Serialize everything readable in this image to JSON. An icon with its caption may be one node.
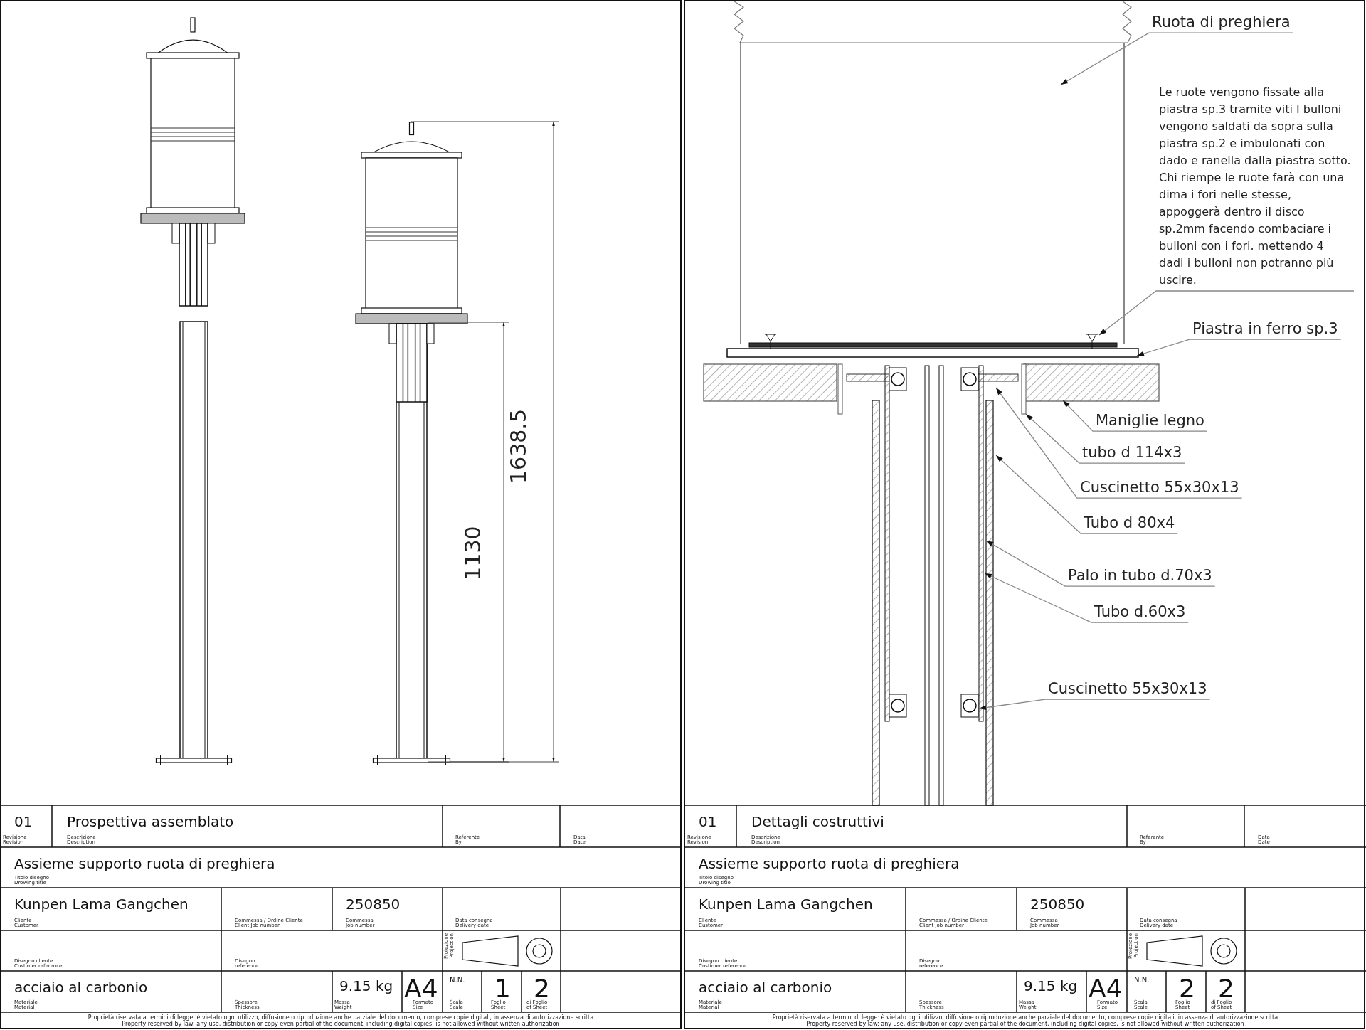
{
  "diagram": {
    "nodes": [
      {
        "text": [
          "Ruota di preghiera"
        ]
      },
      {
        "text": [
          "Le ruote vengono fissate alla piastra sp.3 tramite viti I bulloni vengono saldati da sopra sulla piastra sp.2 e imbulonati con dado e ranella dalla piastra sotto. Chi riempe le ruote farà con una dima i fori nelle stesse, appoggerà dentro il disco sp.2mm facendo combaciare i bulloni con i fori. mettendo 4 dadi i bulloni non potranno più uscire."
        ]
      },
      {
        "text": [
          "Piastra in ferro sp.3"
        ]
      },
      {
        "text": [
          "Maniglie legno"
        ]
      },
      {
        "text": [
          "tubo d 114x3"
        ]
      },
      {
        "text": [
          "Cuscinetto 55x30x13"
        ]
      },
      {
        "text": [
          "Tubo d 80x4"
        ]
      },
      {
        "text": [
          "Palo in tubo d.70x3"
        ]
      },
      {
        "text": [
          "Tubo d.60x3"
        ]
      },
      {
        "text": [
          "Cuscinetto 55x30x13"
        ]
      }
    ],
    "edges": [
      {
        "from": 0,
        "to": null,
        "arrow": "to"
      },
      {
        "from": 1,
        "to": null,
        "arrow": "to"
      },
      {
        "from": 2,
        "to": null,
        "arrow": "to"
      },
      {
        "from": 3,
        "to": null,
        "arrow": "to"
      },
      {
        "from": 4,
        "to": null,
        "arrow": "to"
      },
      {
        "from": 5,
        "to": null,
        "arrow": "to"
      },
      {
        "from": 6,
        "to": null,
        "arrow": "to"
      },
      {
        "from": 7,
        "to": null,
        "arrow": "to"
      },
      {
        "from": 8,
        "to": null,
        "arrow": "to"
      },
      {
        "from": 9,
        "to": null,
        "arrow": "to"
      }
    ],
    "labels": [
      "1638.5",
      "1130",
      "01",
      "Revisione",
      "Revision",
      "Prospettiva assemblato",
      "Descrizione",
      "Description",
      "Referente",
      "By",
      "Data",
      "Date",
      "Assieme supporto ruota di preghiera",
      "Titolo disegno",
      "Drowing title",
      "Kunpen Lama Gangchen",
      "250850",
      "Cliente",
      "Customer",
      "Commessa / Ordine Cliente",
      "Client Job number",
      "Commessa",
      "Job number",
      "Data consegna",
      "Delivery date",
      "Disegno cliente",
      "Custimer reference",
      "Disegno",
      "reference",
      "Proiezione",
      "Projection",
      "acciaio al carbonio",
      "9.15 kg",
      "A4",
      "N.N.",
      "1",
      "2",
      "Materiale",
      "Material",
      "Spessore",
      "Thickness",
      "Massa",
      "Weight",
      "Formato",
      "Size",
      "Scala",
      "Scale",
      "Foglio",
      "Sheet",
      "di Foglio",
      "of Sheet",
      "Proprietà riservata a termini di legge: è vietato ogni utilizzo, diffusione o riproduzione anche parziale del documento, comprese copie digitali, in assenza di autorizzazione scritta",
      "Property reserved by law: any use, distribution or copy even partial of the document, including digital copies, is not allowed without written authorization",
      "01",
      "Revisione",
      "Revision",
      "Dettagli costruttivi",
      "Descrizione",
      "Description",
      "Referente",
      "By",
      "Data",
      "Date",
      "Assieme supporto ruota di preghiera",
      "Titolo disegno",
      "Drowing title",
      "Kunpen Lama Gangchen",
      "250850",
      "Cliente",
      "Customer",
      "Commessa / Ordine Cliente",
      "Client Job number",
      "Commessa",
      "Job number",
      "Data consegna",
      "Delivery date",
      "Disegno cliente",
      "Custimer reference",
      "Disegno",
      "reference",
      "Proiezione",
      "Projection",
      "acciaio al carbonio",
      "9.15 kg",
      "A4",
      "N.N.",
      "2",
      "2",
      "Materiale",
      "Material",
      "Spessore",
      "Thickness",
      "Massa",
      "Weight",
      "Formato",
      "Size",
      "Scala",
      "Scale",
      "Foglio",
      "Sheet",
      "di Foglio",
      "of Sheet",
      "Proprietà riservata a termini di legge: è vietato ogni utilizzo, diffusione o riproduzione anche parziale del documento, comprese copie digitali, in assenza di autorizzazione scritta",
      "Property reserved by law: any use, distribution or copy even partial of the document, including digital copies, is not allowed without written authorization"
    ]
  }
}
